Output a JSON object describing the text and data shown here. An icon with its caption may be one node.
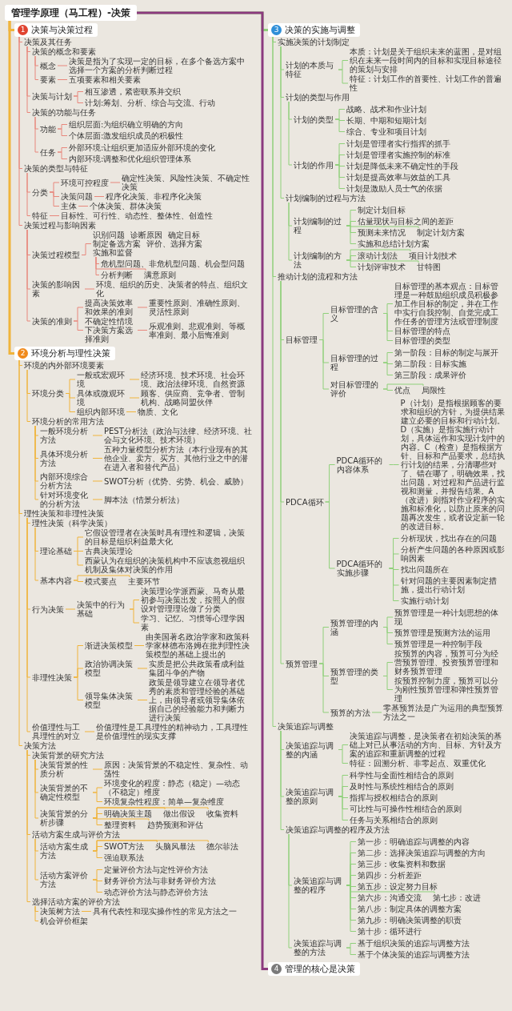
{
  "diagram": {
    "nodes": [
      {
        "text": [
          "管理学原理（马工程）-决策"
        ]
      },
      {
        "text": [
          "1",
          "决策与决策过程"
        ]
      },
      {
        "text": [
          "决策及其任务"
        ]
      },
      {
        "text": [
          "决策的概念和要素"
        ]
      },
      {
        "text": [
          "概念"
        ]
      },
      {
        "text": [
          "决策是指为了实现一定的目标，在多个备选方案中选择一个方案的分析判断过程"
        ]
      },
      {
        "text": [
          "要素"
        ]
      },
      {
        "text": [
          "五项要素和相关要素"
        ]
      },
      {
        "text": [
          "决策与计划"
        ]
      },
      {
        "text": [
          "相互渗透，紧密联系并交织"
        ]
      },
      {
        "text": [
          "计划:筹划、分析、综合与交流、行动"
        ]
      },
      {
        "text": [
          "决策的功能与任务"
        ]
      },
      {
        "text": [
          "功能"
        ]
      },
      {
        "text": [
          "组织层面:为组织确立明确的方向"
        ]
      },
      {
        "text": [
          "个体层面:激发组织成员的积极性"
        ]
      },
      {
        "text": [
          "任务"
        ]
      },
      {
        "text": [
          "外部环境:让组织更加适应外部环境的变化"
        ]
      },
      {
        "text": [
          "内部环境:调整和优化组织管理体系"
        ]
      },
      {
        "text": [
          "决策的类型与特征"
        ]
      },
      {
        "text": [
          "分类"
        ]
      },
      {
        "text": [
          "环境可控程度"
        ]
      },
      {
        "text": [
          "确定性决策、风险性决策、不确定性决策"
        ]
      },
      {
        "text": [
          "决策问题"
        ]
      },
      {
        "text": [
          "程序化决策、非程序化决策"
        ]
      },
      {
        "text": [
          "主体"
        ]
      },
      {
        "text": [
          "个体决策、群体决策"
        ]
      },
      {
        "text": [
          "特征"
        ]
      },
      {
        "text": [
          "目标性、可行性、动态性、整体性、创造性"
        ]
      },
      {
        "text": [
          "决策过程与影响因素"
        ]
      },
      {
        "text": [
          "决策过程模型"
        ]
      },
      {
        "text": [
          "识别问题",
          "诊断原因",
          "确定目标",
          "制定备选方案",
          "评价、选择方案",
          "实施和监督"
        ]
      },
      {
        "text": [
          "危机型问题、非危机型问题、机会型问题"
        ]
      },
      {
        "text": [
          "分析判断"
        ]
      },
      {
        "text": [
          "满意原则"
        ]
      },
      {
        "text": [
          "决策的影响因素"
        ]
      },
      {
        "text": [
          "环境、组织的历史、决策者的特点、组织文化"
        ]
      },
      {
        "text": [
          "决策的准则"
        ]
      },
      {
        "text": [
          "提高决策效率和效果的准则"
        ]
      },
      {
        "text": [
          "重要性原则、准确性原则、灵活性原则"
        ]
      },
      {
        "text": [
          "不确定性情境下决策方案选择准则"
        ]
      },
      {
        "text": [
          "乐观准则、悲观准则、等概率准则、最小后悔准则"
        ]
      },
      {
        "text": [
          "2",
          "环境分析与理性决策"
        ]
      },
      {
        "text": [
          "环境的内外部环境要素"
        ]
      },
      {
        "text": [
          "环境分类"
        ]
      },
      {
        "text": [
          "一般或宏观环境"
        ]
      },
      {
        "text": [
          "经济环境、技术环境、社会环境、政治法律环境、自然资源"
        ]
      },
      {
        "text": [
          "具体或微观环境"
        ]
      },
      {
        "text": [
          "顾客、供应商、竞争者、管制机构、战略同盟伙伴"
        ]
      },
      {
        "text": [
          "组织内部环境"
        ]
      },
      {
        "text": [
          "物质、文化"
        ]
      },
      {
        "text": [
          "环境分析的常用方法"
        ]
      },
      {
        "text": [
          "一般环境分析方法"
        ]
      },
      {
        "text": [
          "PEST分析法（政治与法律、经济环境、社会与文化环境、技术环境）"
        ]
      },
      {
        "text": [
          "具体环境分析方法"
        ]
      },
      {
        "text": [
          "五种力量模型分析方法（本行业现有的其他企业、卖方、买方、其他行业之中的潜在进入者和替代产品）"
        ]
      },
      {
        "text": [
          "内部环境综合分析方法"
        ]
      },
      {
        "text": [
          "SWOT分析（优势、劣势、机会、威胁）"
        ]
      },
      {
        "text": [
          "针对环境变化的分析方法"
        ]
      },
      {
        "text": [
          "脚本法（情景分析法）"
        ]
      },
      {
        "text": [
          "理性决策和非理性决策"
        ]
      },
      {
        "text": [
          "理性决策（科学决策）"
        ]
      },
      {
        "text": [
          "理论基础"
        ]
      },
      {
        "text": [
          "它假设管理者在决策时具有理性和逻辑，决策的目标是组织利益最大化"
        ]
      },
      {
        "text": [
          "古典决策理论"
        ]
      },
      {
        "text": [
          "西蒙认为在组织的决策机构中不应该忽视组织机制及集体对决策的作用"
        ]
      },
      {
        "text": [
          "基本内容"
        ]
      },
      {
        "text": [
          "模式要点"
        ]
      },
      {
        "text": [
          "主要环节"
        ]
      },
      {
        "text": [
          "行为决策"
        ]
      },
      {
        "text": [
          "决策中的行为基础"
        ]
      },
      {
        "text": [
          "决策理论学派西蒙、马奇从最初参与决策出发，按照人的假设对管理理论做了分类"
        ]
      },
      {
        "text": [
          "学习、记忆、习惯等心理学因素"
        ]
      },
      {
        "text": [
          "非理性决策"
        ]
      },
      {
        "text": [
          "渐进决策模型"
        ]
      },
      {
        "text": [
          "由美国著名政治学家和政策科学家林德布洛姆在批判理性决策模型的基础上提出的"
        ]
      },
      {
        "text": [
          "政治协调决策模型"
        ]
      },
      {
        "text": [
          "实质是把公共政策看成利益集团斗争的产物"
        ]
      },
      {
        "text": [
          "领导集体决策模型"
        ]
      },
      {
        "text": [
          "政策是领导建立在领导者优秀的素质和管理经验的基础上，由领导者或领导集体依据自己的经验能力和判断力进行决策"
        ]
      },
      {
        "text": [
          "价值理性与工具理性的对立"
        ]
      },
      {
        "text": [
          "价值理性是工具理性的精神动力，工具理性是价值理性的现实支撑"
        ]
      },
      {
        "text": [
          "决策方法"
        ]
      },
      {
        "text": [
          "决策背景的研究方法"
        ]
      },
      {
        "text": [
          "决策背景的性质分析"
        ]
      },
      {
        "text": [
          "原因：决策背景的不稳定性、复杂性、动荡性"
        ]
      },
      {
        "text": [
          "决策背景的不确定性模型"
        ]
      },
      {
        "text": [
          "环境变化的程度：静态（稳定）—动态（不稳定）维度"
        ]
      },
      {
        "text": [
          "环境复杂性程度：简单—复杂维度"
        ]
      },
      {
        "text": [
          "决策背景的分析步骤"
        ]
      },
      {
        "text": [
          "明确决策主题"
        ]
      },
      {
        "text": [
          "做出假设"
        ]
      },
      {
        "text": [
          "收集资料"
        ]
      },
      {
        "text": [
          "整理资料"
        ]
      },
      {
        "text": [
          "趋势预测和评估"
        ]
      },
      {
        "text": [
          "活动方案生成与评价方法"
        ]
      },
      {
        "text": [
          "活动方案生成方法"
        ]
      },
      {
        "text": [
          "SWOT方法"
        ]
      },
      {
        "text": [
          "头脑风暴法"
        ]
      },
      {
        "text": [
          "德尔菲法"
        ]
      },
      {
        "text": [
          "强迫联系法"
        ]
      },
      {
        "text": [
          "活动方案评价方法"
        ]
      },
      {
        "text": [
          "定量评价方法与定性评价方法"
        ]
      },
      {
        "text": [
          "财务评价方法与非财务评价方法"
        ]
      },
      {
        "text": [
          "动态评价方法与静态评价方法"
        ]
      },
      {
        "text": [
          "选择活动方案的评价方法"
        ]
      },
      {
        "text": [
          "决策树方法"
        ]
      },
      {
        "text": [
          "具有代表性和现实操作性的常见方法之一"
        ]
      },
      {
        "text": [
          "机会评价框架"
        ]
      },
      {
        "text": [
          "3",
          "决策的实施与调整"
        ]
      },
      {
        "text": [
          "实施决策的计划制定"
        ]
      },
      {
        "text": [
          "计划的本质与特征"
        ]
      },
      {
        "text": [
          "本质：计划是关于组织未来的蓝图，是对组织在未来一段时间内的目标和实现目标途径的策划与安排"
        ]
      },
      {
        "text": [
          "特征：计划工作的首要性、计划工作的普遍性"
        ]
      },
      {
        "text": [
          "计划的类型与作用"
        ]
      },
      {
        "text": [
          "计划的类型"
        ]
      },
      {
        "text": [
          "战略、战术和作业计划"
        ]
      },
      {
        "text": [
          "长期、中期和短期计划"
        ]
      },
      {
        "text": [
          "综合、专业和项目计划"
        ]
      },
      {
        "text": [
          "计划的作用"
        ]
      },
      {
        "text": [
          "计划是管理者实行指挥的抓手"
        ]
      },
      {
        "text": [
          "计划是管理者实施控制的标准"
        ]
      },
      {
        "text": [
          "计划是降低未来不确定性的手段"
        ]
      },
      {
        "text": [
          "计划是提高效率与效益的工具"
        ]
      },
      {
        "text": [
          "计划是激励人员士气的依据"
        ]
      },
      {
        "text": [
          "计划编制的过程与方法"
        ]
      },
      {
        "text": [
          "计划编制的过程"
        ]
      },
      {
        "text": [
          "制定计划目标"
        ]
      },
      {
        "text": [
          "估量现状与目标之间的差距"
        ]
      },
      {
        "text": [
          "预测未来情况"
        ]
      },
      {
        "text": [
          "制定计划方案"
        ]
      },
      {
        "text": [
          "实施和总结计划方案"
        ]
      },
      {
        "text": [
          "计划编制的方法"
        ]
      },
      {
        "text": [
          "滚动计划法"
        ]
      },
      {
        "text": [
          "项目计划技术"
        ]
      },
      {
        "text": [
          "计划评审技术"
        ]
      },
      {
        "text": [
          "甘特图"
        ]
      },
      {
        "text": [
          "推动计划的流程和方法"
        ]
      },
      {
        "text": [
          "目标管理"
        ]
      },
      {
        "text": [
          "目标管理的含义"
        ]
      },
      {
        "text": [
          "目标管理的基本观点：目标管理是一种鼓励组织成员积极参加工作目标的制定，并在工作中实行自我控制、自觉完成工作任务的管理方法或管理制度"
        ]
      },
      {
        "text": [
          "目标管理的特点"
        ]
      },
      {
        "text": [
          "目标管理的类型"
        ]
      },
      {
        "text": [
          "目标管理的过程"
        ]
      },
      {
        "text": [
          "第一阶段：目标的制定与展开"
        ]
      },
      {
        "text": [
          "第二阶段：目标实施"
        ]
      },
      {
        "text": [
          "第三阶段：成果评价"
        ]
      },
      {
        "text": [
          "对目标管理的评价"
        ]
      },
      {
        "text": [
          "优点"
        ]
      },
      {
        "text": [
          "局限性"
        ]
      },
      {
        "text": [
          "PDCA循环"
        ]
      },
      {
        "text": [
          "PDCA循环的内容体系"
        ]
      },
      {
        "text": [
          "P（计划）是指根据顾客的要求和组织的方针，为提供结果建立必要的目标和行动计划。D（实施）是指实施行动计划，具体运作和实现计划中的内容。C（检查）是指根据方针、目标和产品要求，总结执行计划的结果，分清哪些对了、错在哪了，明确效果，找出问题，对过程和产品进行监视和测量，并报告结果。A（改进）则指对作业程序的实施和标准化，以防止原来的问题再次发生，或者设定新一轮的改进目标。"
        ]
      },
      {
        "text": [
          "PDCA循环的实施步骤"
        ]
      },
      {
        "text": [
          "分析现状，找出存在的问题"
        ]
      },
      {
        "text": [
          "分析产生问题的各种原因或影响因素"
        ]
      },
      {
        "text": [
          "找出问题所在"
        ]
      },
      {
        "text": [
          "针对问题的主要因素制定措施，提出行动计划"
        ]
      },
      {
        "text": [
          "实施行动计划"
        ]
      },
      {
        "text": [
          "预算管理"
        ]
      },
      {
        "text": [
          "预算管理的内涵"
        ]
      },
      {
        "text": [
          "预算管理是一种计划思想的体现"
        ]
      },
      {
        "text": [
          "预算管理是预测方法的运用"
        ]
      },
      {
        "text": [
          "预算管理是一种控制手段"
        ]
      },
      {
        "text": [
          "预算管理的类型"
        ]
      },
      {
        "text": [
          "按预算的内容，预算可分为经营预算管理、投资预算管理和财务预算管理"
        ]
      },
      {
        "text": [
          "按预算控制力度，预算可以分为刚性预算管理和弹性预算管理"
        ]
      },
      {
        "text": [
          "预算的方法"
        ]
      },
      {
        "text": [
          "零基预算法是广为运用的典型预算方法之一"
        ]
      },
      {
        "text": [
          "决策追踪与调整"
        ]
      },
      {
        "text": [
          "决策追踪与调整的内涵"
        ]
      },
      {
        "text": [
          "决策追踪与调整，是决策者在初始决策的基础上对已从事活动的方向、目标、方针及方案的追踪和重新调整的过程"
        ]
      },
      {
        "text": [
          "特征：回溯分析、非零起点、双重优化"
        ]
      },
      {
        "text": [
          "决策追踪与调整的原则"
        ]
      },
      {
        "text": [
          "科学性与全面性相结合的原则"
        ]
      },
      {
        "text": [
          "及时性与系统性相结合的原则"
        ]
      },
      {
        "text": [
          "指挥与授权相结合的原则"
        ]
      },
      {
        "text": [
          "可比性与可操作性相结合的原则"
        ]
      },
      {
        "text": [
          "任务与关系相结合的原则"
        ]
      },
      {
        "text": [
          "决策追踪与调整的程序及方法"
        ]
      },
      {
        "text": [
          "决策追踪与调整的程序"
        ]
      },
      {
        "text": [
          "第一步：明确追踪与调整的内容"
        ]
      },
      {
        "text": [
          "第二步：选择决策追踪与调整的方向"
        ]
      },
      {
        "text": [
          "第三步：收集资料和数据"
        ]
      },
      {
        "text": [
          "第四步：分析差距"
        ]
      },
      {
        "text": [
          "第五步：设定努力目标"
        ]
      },
      {
        "text": [
          "第六步：沟通交流"
        ]
      },
      {
        "text": [
          "第七步：改进"
        ]
      },
      {
        "text": [
          "第八步：制定具体的调整方案"
        ]
      },
      {
        "text": [
          "第九步：明确决策调整的职责"
        ]
      },
      {
        "text": [
          "第十步：循环进行"
        ]
      },
      {
        "text": [
          "决策追踪与调整的方法"
        ]
      },
      {
        "text": [
          "基于组织决策的追踪与调整方法"
        ]
      },
      {
        "text": [
          "基于个体决策的追踪与调整方法"
        ]
      },
      {
        "text": [
          "4",
          "管理的核心是决策"
        ]
      }
    ],
    "edges": [
      {
        "from": 0,
        "to": 1,
        "arrow": "none",
        "style": "thick",
        "color": "#f0b43c"
      },
      {
        "from": 0,
        "to": 41,
        "arrow": "none",
        "style": "thick",
        "color": "#f0b43c"
      },
      {
        "from": 0,
        "to": 108,
        "arrow": "none",
        "style": "thick",
        "color": "#8fd07a"
      },
      {
        "from": 0,
        "to": 193,
        "arrow": "none",
        "style": "thick",
        "color": "#8c3a7f"
      },
      {
        "from": 1,
        "to": 2,
        "arrow": "none",
        "color": "#e8877c"
      },
      {
        "from": 2,
        "to": 3,
        "arrow": "none",
        "color": "#e8877c"
      },
      {
        "from": 3,
        "to": 4,
        "arrow": "none",
        "color": "#e8877c"
      },
      {
        "from": 4,
        "to": 5,
        "arrow": "none",
        "color": "#e8877c"
      },
      {
        "from": 3,
        "to": 6,
        "arrow": "none",
        "color": "#e8877c"
      },
      {
        "from": 6,
        "to": 7,
        "arrow": "none",
        "color": "#e8877c"
      },
      {
        "from": 2,
        "to": 8,
        "arrow": "none",
        "color": "#e8877c"
      },
      {
        "from": 8,
        "to": 9,
        "arrow": "none",
        "color": "#e8877c"
      },
      {
        "from": 8,
        "to": 10,
        "arrow": "none",
        "color": "#e8877c"
      },
      {
        "from": 2,
        "to": 11,
        "arrow": "none",
        "color": "#e8877c"
      },
      {
        "from": 11,
        "to": 12,
        "arrow": "none",
        "color": "#e8877c"
      },
      {
        "from": 12,
        "to": 13,
        "arrow": "none",
        "color": "#e8877c"
      },
      {
        "from": 12,
        "to": 14,
        "arrow": "none",
        "color": "#e8877c"
      },
      {
        "from": 11,
        "to": 15,
        "arrow": "none",
        "color": "#e8877c"
      },
      {
        "from": 15,
        "to": 16,
        "arrow": "none",
        "color": "#e8877c"
      },
      {
        "from": 15,
        "to": 17,
        "arrow": "none",
        "color": "#e8877c"
      },
      {
        "from": 1,
        "to": 18,
        "arrow": "none",
        "color": "#e8877c"
      },
      {
        "from": 18,
        "to": 19,
        "arrow": "none",
        "color": "#e8877c"
      },
      {
        "from": 19,
        "to": 20,
        "arrow": "none",
        "color": "#e8877c"
      },
      {
        "from": 20,
        "to": 21,
        "arrow": "none",
        "color": "#e8877c"
      },
      {
        "from": 19,
        "to": 22,
        "arrow": "none",
        "color": "#e8877c"
      },
      {
        "from": 22,
        "to": 23,
        "arrow": "none",
        "color": "#e8877c"
      },
      {
        "from": 19,
        "to": 24,
        "arrow": "none",
        "color": "#e8877c"
      },
      {
        "from": 24,
        "to": 25,
        "arrow": "none",
        "color": "#e8877c"
      },
      {
        "from": 18,
        "to": 26,
        "arrow": "none",
        "color": "#e8877c"
      },
      {
        "from": 26,
        "to": 27,
        "arrow": "none",
        "color": "#e8877c"
      },
      {
        "from": 1,
        "to": 28,
        "arrow": "none",
        "color": "#e8877c"
      },
      {
        "from": 28,
        "to": 29,
        "arrow": "none",
        "color": "#e8877c"
      },
      {
        "from": 29,
        "to": 30,
        "arrow": "none",
        "color": "#e8877c"
      },
      {
        "from": 30,
        "to": 31,
        "arrow": "none",
        "color": "#e8877c"
      },
      {
        "from": 30,
        "to": 32,
        "arrow": "none",
        "color": "#e8877c"
      },
      {
        "from": 30,
        "to": 33,
        "arrow": "none",
        "color": "#e8877c"
      },
      {
        "from": 28,
        "to": 34,
        "arrow": "none",
        "color": "#e8877c"
      },
      {
        "from": 34,
        "to": 35,
        "arrow": "none",
        "color": "#e8877c"
      },
      {
        "from": 28,
        "to": 36,
        "arrow": "none",
        "color": "#e8877c"
      },
      {
        "from": 36,
        "to": 37,
        "arrow": "none",
        "color": "#e8877c"
      },
      {
        "from": 37,
        "to": 38,
        "arrow": "none",
        "color": "#e8877c"
      },
      {
        "from": 36,
        "to": 39,
        "arrow": "none",
        "color": "#e8877c"
      },
      {
        "from": 39,
        "to": 40,
        "arrow": "none",
        "color": "#e8877c"
      },
      {
        "from": 41,
        "to": 42,
        "arrow": "none",
        "color": "#f0b43c"
      },
      {
        "from": 42,
        "to": 43,
        "arrow": "none",
        "color": "#f0b43c"
      },
      {
        "from": 43,
        "to": 44,
        "arrow": "none",
        "color": "#f0b43c"
      },
      {
        "from": 44,
        "to": 45,
        "arrow": "none",
        "color": "#f0b43c"
      },
      {
        "from": 43,
        "to": 46,
        "arrow": "none",
        "color": "#f0b43c"
      },
      {
        "from": 46,
        "to": 47,
        "arrow": "none",
        "color": "#f0b43c"
      },
      {
        "from": 43,
        "to": 48,
        "arrow": "none",
        "color": "#f0b43c"
      },
      {
        "from": 48,
        "to": 49,
        "arrow": "none",
        "color": "#f0b43c"
      },
      {
        "from": 42,
        "to": 50,
        "arrow": "none",
        "color": "#f0b43c"
      },
      {
        "from": 50,
        "to": 51,
        "arrow": "none",
        "color": "#f0b43c"
      },
      {
        "from": 51,
        "to": 52,
        "arrow": "none",
        "color": "#f0b43c"
      },
      {
        "from": 50,
        "to": 53,
        "arrow": "none",
        "color": "#f0b43c"
      },
      {
        "from": 53,
        "to": 54,
        "arrow": "none",
        "color": "#f0b43c"
      },
      {
        "from": 50,
        "to": 55,
        "arrow": "none",
        "color": "#f0b43c"
      },
      {
        "from": 55,
        "to": 56,
        "arrow": "none",
        "color": "#f0b43c"
      },
      {
        "from": 50,
        "to": 57,
        "arrow": "none",
        "color": "#f0b43c"
      },
      {
        "from": 57,
        "to": 58,
        "arrow": "none",
        "color": "#f0b43c"
      },
      {
        "from": 41,
        "to": 59,
        "arrow": "none",
        "color": "#f0b43c"
      },
      {
        "from": 59,
        "to": 60,
        "arrow": "none",
        "color": "#f0b43c"
      },
      {
        "from": 60,
        "to": 61,
        "arrow": "none",
        "color": "#f0b43c"
      },
      {
        "from": 61,
        "to": 62,
        "arrow": "none",
        "color": "#f0b43c"
      },
      {
        "from": 61,
        "to": 63,
        "arrow": "none",
        "color": "#f0b43c"
      },
      {
        "from": 61,
        "to": 64,
        "arrow": "none",
        "color": "#f0b43c"
      },
      {
        "from": 60,
        "to": 65,
        "arrow": "none",
        "color": "#f0b43c"
      },
      {
        "from": 65,
        "to": 66,
        "arrow": "none",
        "color": "#f0b43c"
      },
      {
        "from": 65,
        "to": 67,
        "arrow": "none",
        "color": "#f0b43c"
      },
      {
        "from": 59,
        "to": 68,
        "arrow": "none",
        "color": "#f0b43c"
      },
      {
        "from": 68,
        "to": 69,
        "arrow": "none",
        "color": "#f0b43c"
      },
      {
        "from": 69,
        "to": 70,
        "arrow": "none",
        "color": "#f0b43c"
      },
      {
        "from": 69,
        "to": 71,
        "arrow": "none",
        "color": "#f0b43c"
      },
      {
        "from": 59,
        "to": 72,
        "arrow": "none",
        "color": "#f0b43c"
      },
      {
        "from": 72,
        "to": 73,
        "arrow": "none",
        "color": "#f0b43c"
      },
      {
        "from": 73,
        "to": 74,
        "arrow": "none",
        "color": "#f0b43c"
      },
      {
        "from": 72,
        "to": 75,
        "arrow": "none",
        "color": "#f0b43c"
      },
      {
        "from": 75,
        "to": 76,
        "arrow": "none",
        "color": "#f0b43c"
      },
      {
        "from": 72,
        "to": 77,
        "arrow": "none",
        "color": "#f0b43c"
      },
      {
        "from": 77,
        "to": 78,
        "arrow": "none",
        "color": "#f0b43c"
      },
      {
        "from": 59,
        "to": 79,
        "arrow": "none",
        "color": "#f0b43c"
      },
      {
        "from": 79,
        "to": 80,
        "arrow": "none",
        "color": "#f0b43c"
      },
      {
        "from": 41,
        "to": 81,
        "arrow": "none",
        "color": "#f0b43c"
      },
      {
        "from": 81,
        "to": 82,
        "arrow": "none",
        "color": "#f0b43c"
      },
      {
        "from": 82,
        "to": 83,
        "arrow": "none",
        "color": "#f0b43c"
      },
      {
        "from": 83,
        "to": 84,
        "arrow": "none",
        "color": "#f0b43c"
      },
      {
        "from": 82,
        "to": 85,
        "arrow": "none",
        "color": "#f0b43c"
      },
      {
        "from": 85,
        "to": 86,
        "arrow": "none",
        "color": "#f0b43c"
      },
      {
        "from": 85,
        "to": 87,
        "arrow": "none",
        "color": "#f0b43c"
      },
      {
        "from": 82,
        "to": 88,
        "arrow": "none",
        "color": "#f0b43c"
      },
      {
        "from": 88,
        "to": 89,
        "arrow": "none",
        "color": "#f0b43c"
      },
      {
        "from": 88,
        "to": 90,
        "arrow": "none",
        "color": "#f0b43c"
      },
      {
        "from": 88,
        "to": 91,
        "arrow": "none",
        "color": "#f0b43c"
      },
      {
        "from": 88,
        "to": 92,
        "arrow": "none",
        "color": "#f0b43c"
      },
      {
        "from": 88,
        "to": 93,
        "arrow": "none",
        "color": "#f0b43c"
      },
      {
        "from": 81,
        "to": 94,
        "arrow": "none",
        "color": "#f0b43c"
      },
      {
        "from": 94,
        "to": 95,
        "arrow": "none",
        "color": "#f0b43c"
      },
      {
        "from": 95,
        "to": 96,
        "arrow": "none",
        "color": "#f0b43c"
      },
      {
        "from": 95,
        "to": 97,
        "arrow": "none",
        "color": "#f0b43c"
      },
      {
        "from": 95,
        "to": 98,
        "arrow": "none",
        "color": "#f0b43c"
      },
      {
        "from": 95,
        "to": 99,
        "arrow": "none",
        "color": "#f0b43c"
      },
      {
        "from": 94,
        "to": 100,
        "arrow": "none",
        "color": "#f0b43c"
      },
      {
        "from": 100,
        "to": 101,
        "arrow": "none",
        "color": "#f0b43c"
      },
      {
        "from": 100,
        "to": 102,
        "arrow": "none",
        "color": "#f0b43c"
      },
      {
        "from": 100,
        "to": 103,
        "arrow": "none",
        "color": "#f0b43c"
      },
      {
        "from": 81,
        "to": 104,
        "arrow": "none",
        "color": "#f0b43c"
      },
      {
        "from": 104,
        "to": 105,
        "arrow": "none",
        "color": "#f0b43c"
      },
      {
        "from": 105,
        "to": 106,
        "arrow": "none",
        "color": "#f0b43c"
      },
      {
        "from": 104,
        "to": 107,
        "arrow": "none",
        "color": "#f0b43c"
      },
      {
        "from": 108,
        "to": 109,
        "arrow": "none",
        "color": "#8fd07a"
      },
      {
        "from": 109,
        "to": 110,
        "arrow": "none",
        "color": "#8fd07a"
      },
      {
        "from": 110,
        "to": 111,
        "arrow": "none",
        "color": "#8fd07a"
      },
      {
        "from": 110,
        "to": 112,
        "arrow": "none",
        "color": "#8fd07a"
      },
      {
        "from": 109,
        "to": 113,
        "arrow": "none",
        "color": "#8fd07a"
      },
      {
        "from": 113,
        "to": 114,
        "arrow": "none",
        "color": "#8fd07a"
      },
      {
        "from": 114,
        "to": 115,
        "arrow": "none",
        "color": "#8fd07a"
      },
      {
        "from": 114,
        "to": 116,
        "arrow": "none",
        "color": "#8fd07a"
      },
      {
        "from": 114,
        "to": 117,
        "arrow": "none",
        "color": "#8fd07a"
      },
      {
        "from": 113,
        "to": 118,
        "arrow": "none",
        "color": "#8fd07a"
      },
      {
        "from": 118,
        "to": 119,
        "arrow": "none",
        "color": "#8fd07a"
      },
      {
        "from": 118,
        "to": 120,
        "arrow": "none",
        "color": "#8fd07a"
      },
      {
        "from": 118,
        "to": 121,
        "arrow": "none",
        "color": "#8fd07a"
      },
      {
        "from": 118,
        "to": 122,
        "arrow": "none",
        "color": "#8fd07a"
      },
      {
        "from": 118,
        "to": 123,
        "arrow": "none",
        "color": "#8fd07a"
      },
      {
        "from": 109,
        "to": 124,
        "arrow": "none",
        "color": "#8fd07a"
      },
      {
        "from": 124,
        "to": 125,
        "arrow": "none",
        "color": "#8fd07a"
      },
      {
        "from": 125,
        "to": 126,
        "arrow": "none",
        "color": "#8fd07a"
      },
      {
        "from": 125,
        "to": 127,
        "arrow": "none",
        "color": "#8fd07a"
      },
      {
        "from": 125,
        "to": 128,
        "arrow": "none",
        "color": "#8fd07a"
      },
      {
        "from": 125,
        "to": 129,
        "arrow": "none",
        "color": "#8fd07a"
      },
      {
        "from": 125,
        "to": 130,
        "arrow": "none",
        "color": "#8fd07a"
      },
      {
        "from": 124,
        "to": 131,
        "arrow": "none",
        "color": "#8fd07a"
      },
      {
        "from": 131,
        "to": 132,
        "arrow": "none",
        "color": "#8fd07a"
      },
      {
        "from": 131,
        "to": 133,
        "arrow": "none",
        "color": "#8fd07a"
      },
      {
        "from": 131,
        "to": 134,
        "arrow": "none",
        "color": "#8fd07a"
      },
      {
        "from": 131,
        "to": 135,
        "arrow": "none",
        "color": "#8fd07a"
      },
      {
        "from": 108,
        "to": 136,
        "arrow": "none",
        "color": "#8fd07a"
      },
      {
        "from": 136,
        "to": 137,
        "arrow": "none",
        "color": "#8fd07a"
      },
      {
        "from": 137,
        "to": 138,
        "arrow": "none",
        "color": "#8fd07a"
      },
      {
        "from": 138,
        "to": 139,
        "arrow": "none",
        "color": "#8fd07a"
      },
      {
        "from": 138,
        "to": 140,
        "arrow": "none",
        "color": "#8fd07a"
      },
      {
        "from": 138,
        "to": 141,
        "arrow": "none",
        "color": "#8fd07a"
      },
      {
        "from": 137,
        "to": 142,
        "arrow": "none",
        "color": "#8fd07a"
      },
      {
        "from": 142,
        "to": 143,
        "arrow": "none",
        "color": "#8fd07a"
      },
      {
        "from": 142,
        "to": 144,
        "arrow": "none",
        "color": "#8fd07a"
      },
      {
        "from": 142,
        "to": 145,
        "arrow": "none",
        "color": "#8fd07a"
      },
      {
        "from": 137,
        "to": 146,
        "arrow": "none",
        "color": "#8fd07a"
      },
      {
        "from": 146,
        "to": 147,
        "arrow": "none",
        "color": "#8fd07a"
      },
      {
        "from": 146,
        "to": 148,
        "arrow": "none",
        "color": "#8fd07a"
      },
      {
        "from": 136,
        "to": 149,
        "arrow": "none",
        "color": "#8fd07a"
      },
      {
        "from": 149,
        "to": 150,
        "arrow": "none",
        "color": "#8fd07a"
      },
      {
        "from": 150,
        "to": 151,
        "arrow": "none",
        "color": "#8fd07a"
      },
      {
        "from": 149,
        "to": 152,
        "arrow": "none",
        "color": "#8fd07a"
      },
      {
        "from": 152,
        "to": 153,
        "arrow": "none",
        "color": "#8fd07a"
      },
      {
        "from": 152,
        "to": 154,
        "arrow": "none",
        "color": "#8fd07a"
      },
      {
        "from": 152,
        "to": 155,
        "arrow": "none",
        "color": "#8fd07a"
      },
      {
        "from": 152,
        "to": 156,
        "arrow": "none",
        "color": "#8fd07a"
      },
      {
        "from": 152,
        "to": 157,
        "arrow": "none",
        "color": "#8fd07a"
      },
      {
        "from": 136,
        "to": 158,
        "arrow": "none",
        "color": "#8fd07a"
      },
      {
        "from": 158,
        "to": 159,
        "arrow": "none",
        "color": "#8fd07a"
      },
      {
        "from": 159,
        "to": 160,
        "arrow": "none",
        "color": "#8fd07a"
      },
      {
        "from": 159,
        "to": 161,
        "arrow": "none",
        "color": "#8fd07a"
      },
      {
        "from": 159,
        "to": 162,
        "arrow": "none",
        "color": "#8fd07a"
      },
      {
        "from": 158,
        "to": 163,
        "arrow": "none",
        "color": "#8fd07a"
      },
      {
        "from": 163,
        "to": 164,
        "arrow": "none",
        "color": "#8fd07a"
      },
      {
        "from": 163,
        "to": 165,
        "arrow": "none",
        "color": "#8fd07a"
      },
      {
        "from": 158,
        "to": 166,
        "arrow": "none",
        "color": "#8fd07a"
      },
      {
        "from": 166,
        "to": 167,
        "arrow": "none",
        "color": "#8fd07a"
      },
      {
        "from": 108,
        "to": 168,
        "arrow": "none",
        "color": "#8fd07a"
      },
      {
        "from": 168,
        "to": 169,
        "arrow": "none",
        "color": "#8fd07a"
      },
      {
        "from": 169,
        "to": 170,
        "arrow": "none",
        "color": "#8fd07a"
      },
      {
        "from": 169,
        "to": 171,
        "arrow": "none",
        "color": "#8fd07a"
      },
      {
        "from": 168,
        "to": 172,
        "arrow": "none",
        "color": "#8fd07a"
      },
      {
        "from": 172,
        "to": 173,
        "arrow": "none",
        "color": "#8fd07a"
      },
      {
        "from": 172,
        "to": 174,
        "arrow": "none",
        "color": "#8fd07a"
      },
      {
        "from": 172,
        "to": 175,
        "arrow": "none",
        "color": "#8fd07a"
      },
      {
        "from": 172,
        "to": 176,
        "arrow": "none",
        "color": "#8fd07a"
      },
      {
        "from": 172,
        "to": 177,
        "arrow": "none",
        "color": "#8fd07a"
      },
      {
        "from": 168,
        "to": 178,
        "arrow": "none",
        "color": "#8fd07a"
      },
      {
        "from": 178,
        "to": 179,
        "arrow": "none",
        "color": "#8fd07a"
      },
      {
        "from": 179,
        "to": 180,
        "arrow": "none",
        "color": "#8fd07a"
      },
      {
        "from": 179,
        "to": 181,
        "arrow": "none",
        "color": "#8fd07a"
      },
      {
        "from": 179,
        "to": 182,
        "arrow": "none",
        "color": "#8fd07a"
      },
      {
        "from": 179,
        "to": 183,
        "arrow": "none",
        "color": "#8fd07a"
      },
      {
        "from": 179,
        "to": 184,
        "arrow": "none",
        "color": "#8fd07a"
      },
      {
        "from": 179,
        "to": 185,
        "arrow": "none",
        "color": "#8fd07a"
      },
      {
        "from": 179,
        "to": 186,
        "arrow": "none",
        "color": "#8fd07a"
      },
      {
        "from": 179,
        "to": 187,
        "arrow": "none",
        "color": "#8fd07a"
      },
      {
        "from": 179,
        "to": 188,
        "arrow": "none",
        "color": "#8fd07a"
      },
      {
        "from": 179,
        "to": 189,
        "arrow": "none",
        "color": "#8fd07a"
      },
      {
        "from": 178,
        "to": 190,
        "arrow": "none",
        "color": "#8fd07a"
      },
      {
        "from": 190,
        "to": 191,
        "arrow": "none",
        "color": "#8fd07a"
      },
      {
        "from": 190,
        "to": 192,
        "arrow": "none",
        "color": "#8fd07a"
      }
    ]
  }
}
